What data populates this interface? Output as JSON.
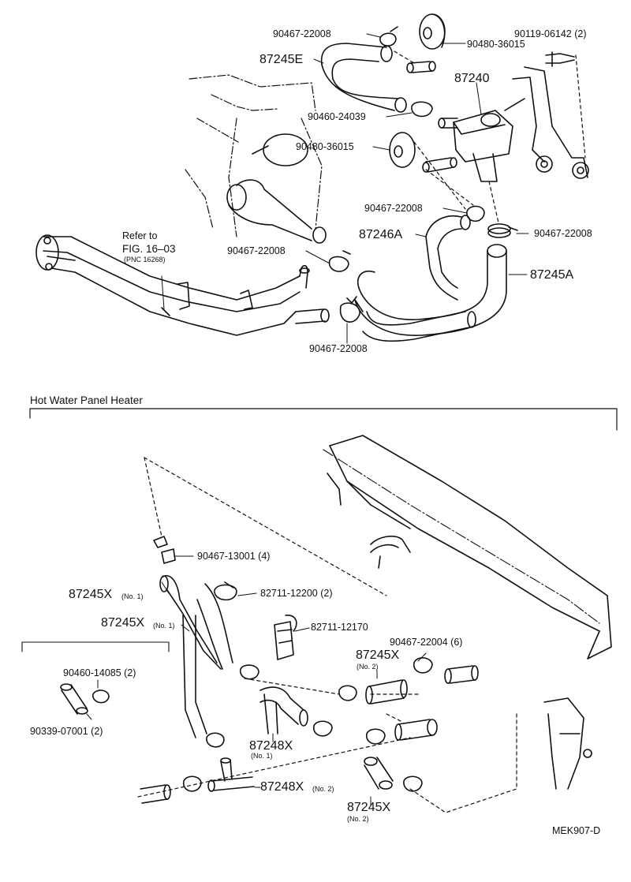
{
  "colors": {
    "ink": "#111111",
    "paper": "#ffffff"
  },
  "top": {
    "p90467_22008_a": "90467-22008",
    "p90480_36015_a": "90480-36015",
    "p90119_06142": "90119-06142 (2)",
    "p87245E": "87245E",
    "p87240": "87240",
    "p90460_24039": "90460-24039",
    "p90480_36015_b": "90480-36015",
    "refer_line1": "Refer to",
    "refer_line2": "FIG. 16–03",
    "refer_line3": "(PNC 16268)",
    "p90467_22008_b": "90467-22008",
    "p87246A": "87246A",
    "p90467_22008_c": "90467-22008",
    "p90467_22008_d": "90467-22008",
    "p87245A": "87245A",
    "p90467_22008_e": "90467-22008"
  },
  "section": {
    "title": "Hot Water Panel Heater"
  },
  "bottom": {
    "p90467_13001": "90467-13001 (4)",
    "p87245X_no1_a": "87245X",
    "p87245X_no1_a_sub": "(No. 1)",
    "p82711_12200": "82711-12200 (2)",
    "p87245X_no1_b": "87245X",
    "p87245X_no1_b_sub": "(No. 1)",
    "p82711_12170": "82711-12170",
    "p90467_22004": "90467-22004 (6)",
    "p87245X_no2_a": "87245X",
    "p87245X_no2_a_sub": "(No. 2)",
    "p90460_14085": "90460-14085 (2)",
    "p90339_07001": "90339-07001 (2)",
    "p87248X_no1": "87248X",
    "p87248X_no1_sub": "(No. 1)",
    "p87248X_no2": "87248X",
    "p87248X_no2_sub": "(No. 2)",
    "p87245X_no2_b": "87245X",
    "p87245X_no2_b_sub": "(No. 2)"
  },
  "footer": {
    "code": "MEK907-D"
  }
}
